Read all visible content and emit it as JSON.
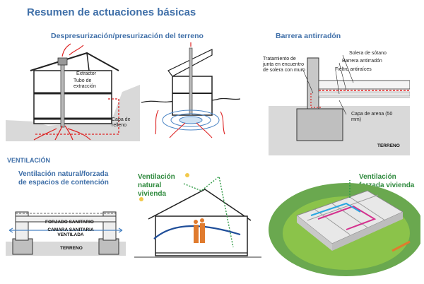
{
  "title": "Resumen de actuaciones básicas",
  "sections": {
    "depressurization": {
      "heading": "Despresurización/presurización del terreno",
      "labels": {
        "extractor": "Extractor",
        "tubo": "Tubo de extracción",
        "capa_relleno": "Capa de relleno"
      }
    },
    "barrier": {
      "heading": "Barrera antirradón",
      "labels": {
        "tratamiento": "Tratamiento de junta en encuentro de solera con muro",
        "solera": "Solera de sótano",
        "barrera": "Barrera antirradón",
        "fieltro": "Fieltro antiraíces",
        "capa_arena": "Capa de arena (50 mm)",
        "terreno": "TERRENO"
      }
    },
    "ventilation": {
      "heading": "VENTILACIÓN",
      "contencion": {
        "heading": "Ventilación natural/forzada de espacios de contención",
        "labels": {
          "forjado": "FORJADO SANITARIO",
          "camara": "CAMARA SANITARIA VENTILADA",
          "terreno": "TERRENO"
        }
      },
      "natural": {
        "heading": "Ventilación natural vivienda"
      },
      "forzada": {
        "heading": "Ventilación forzada vivienda"
      }
    }
  }
}
